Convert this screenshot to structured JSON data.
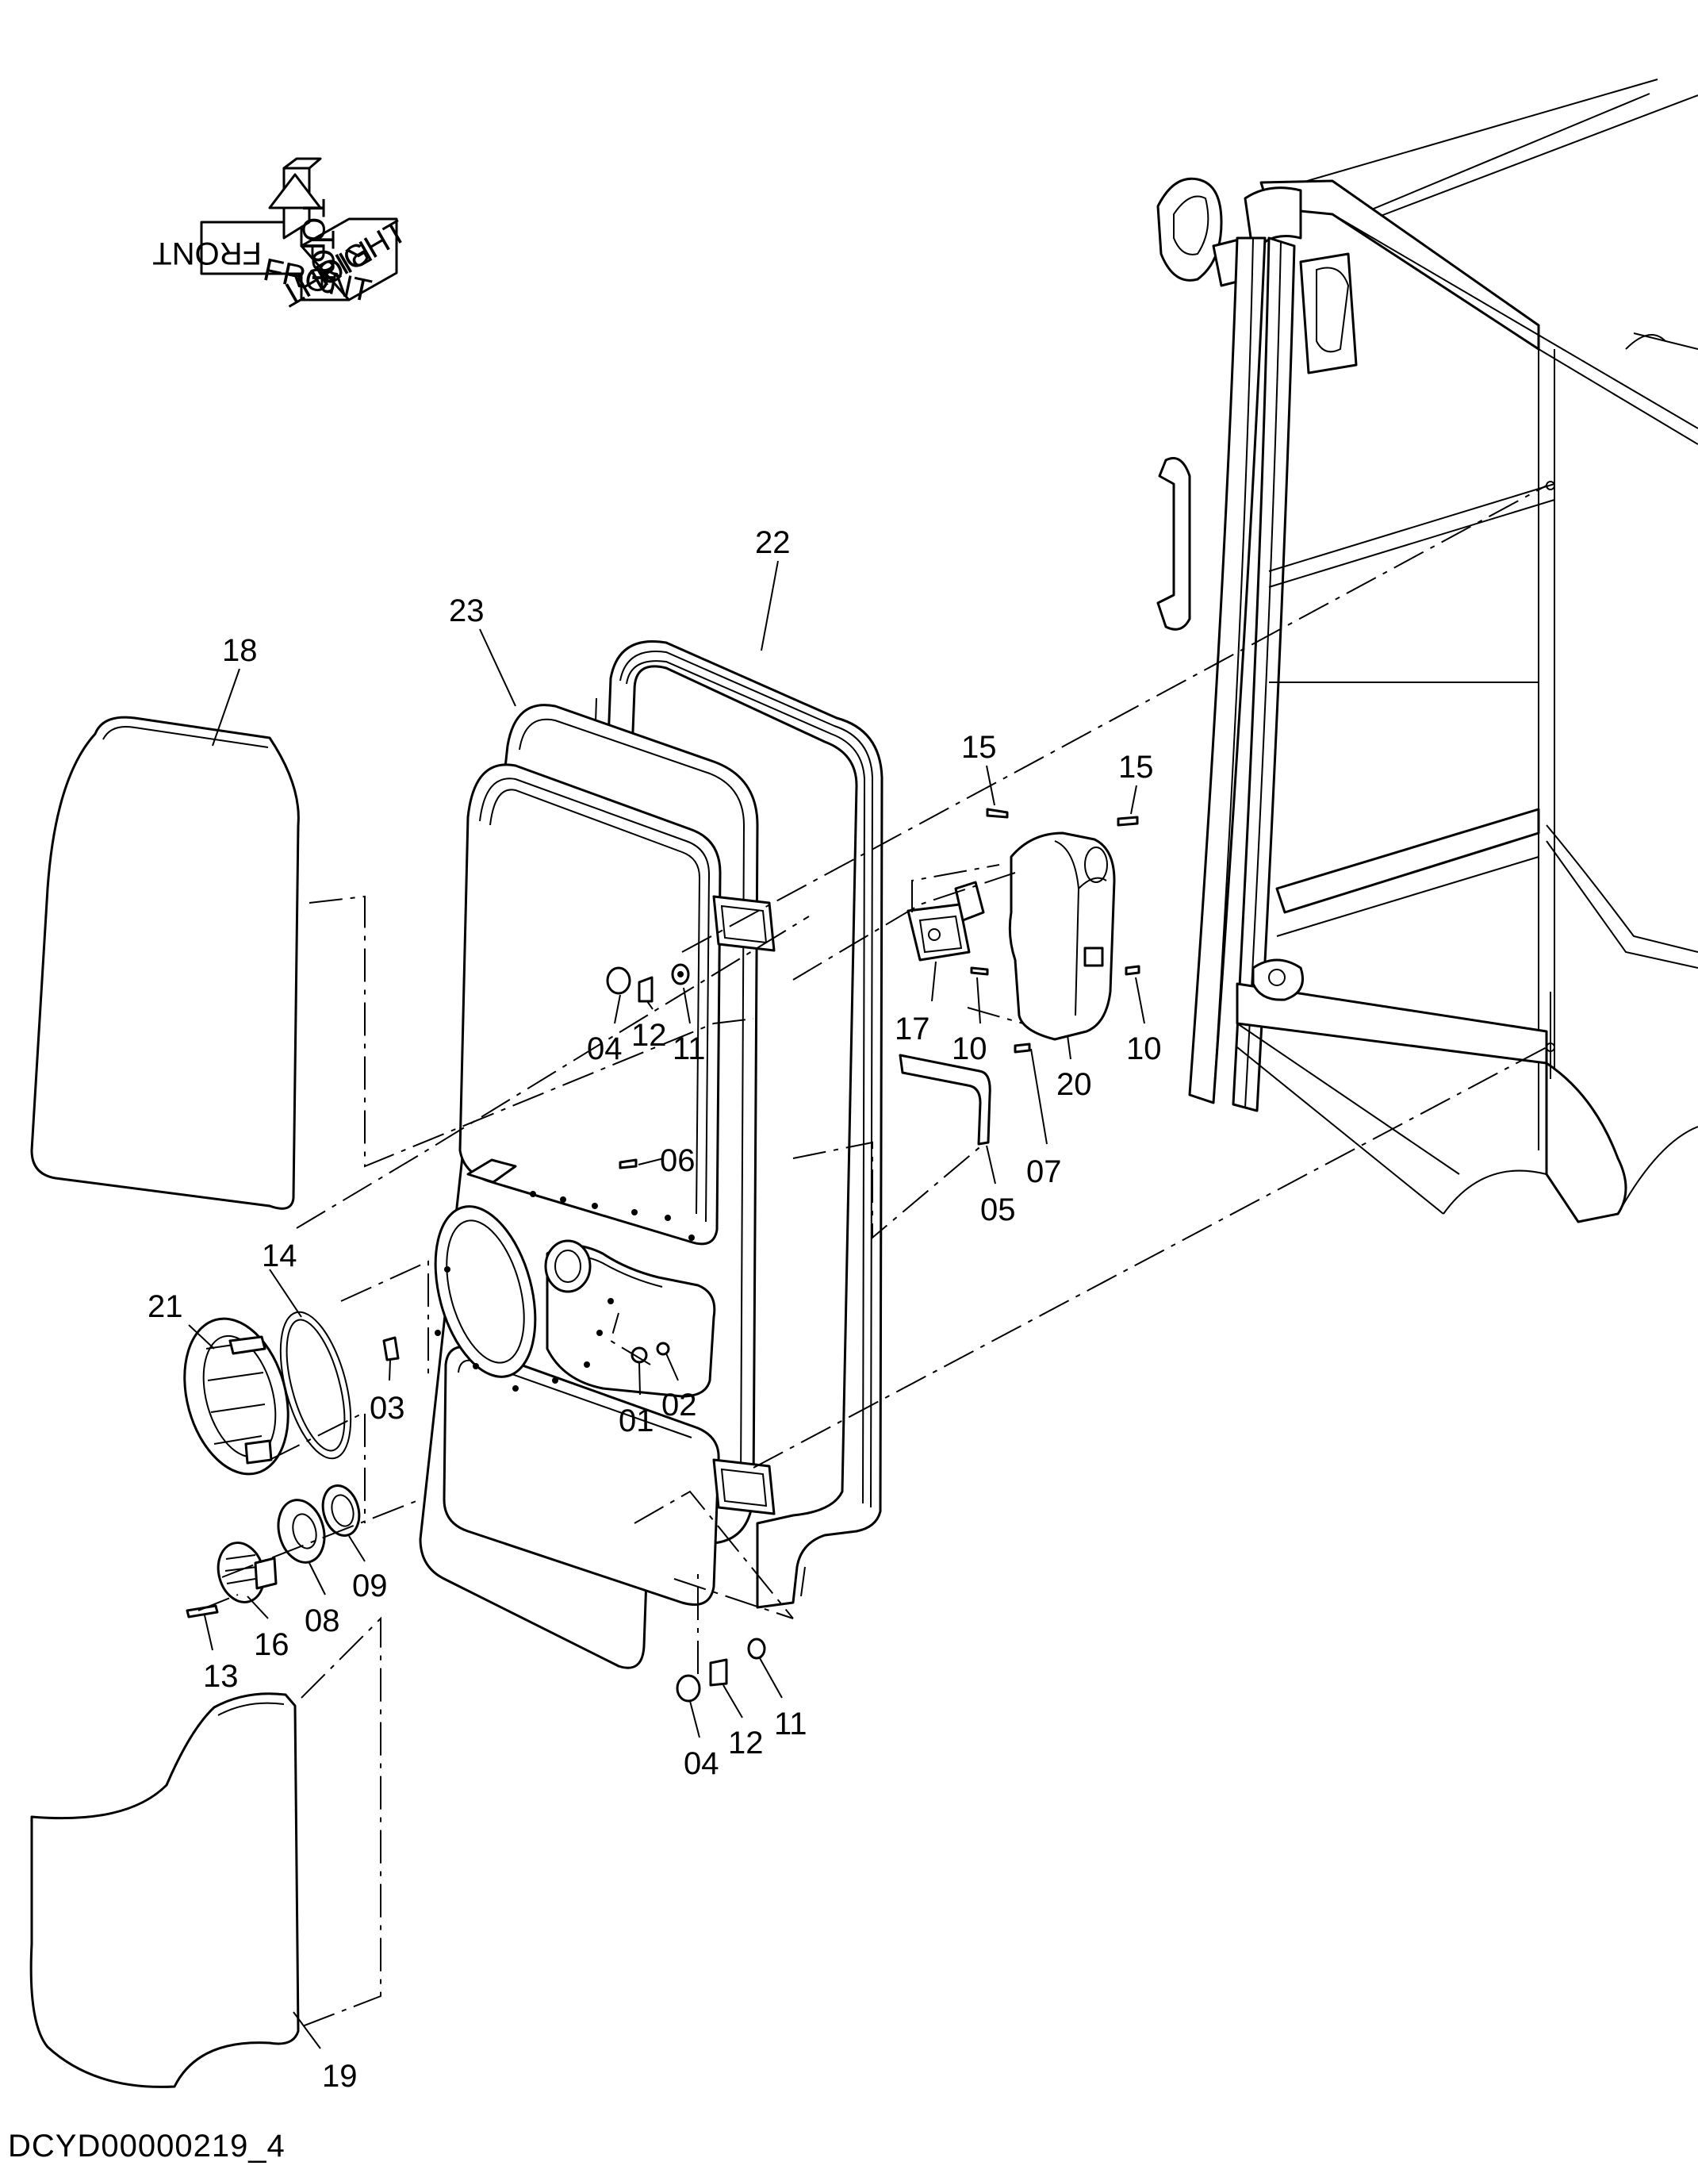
{
  "document_id": "DCYD00000219_4",
  "orientation_marker": {
    "labels": [
      "TOP",
      "TOP",
      "FRONT",
      "FRONT",
      "RIGHT",
      "RIGHT"
    ]
  },
  "callouts": [
    "01",
    "02",
    "03",
    "04",
    "04",
    "05",
    "06",
    "07",
    "08",
    "09",
    "10",
    "10",
    "11",
    "11",
    "12",
    "12",
    "13",
    "14",
    "15",
    "15",
    "16",
    "17",
    "18",
    "19",
    "20",
    "21",
    "22",
    "23"
  ]
}
